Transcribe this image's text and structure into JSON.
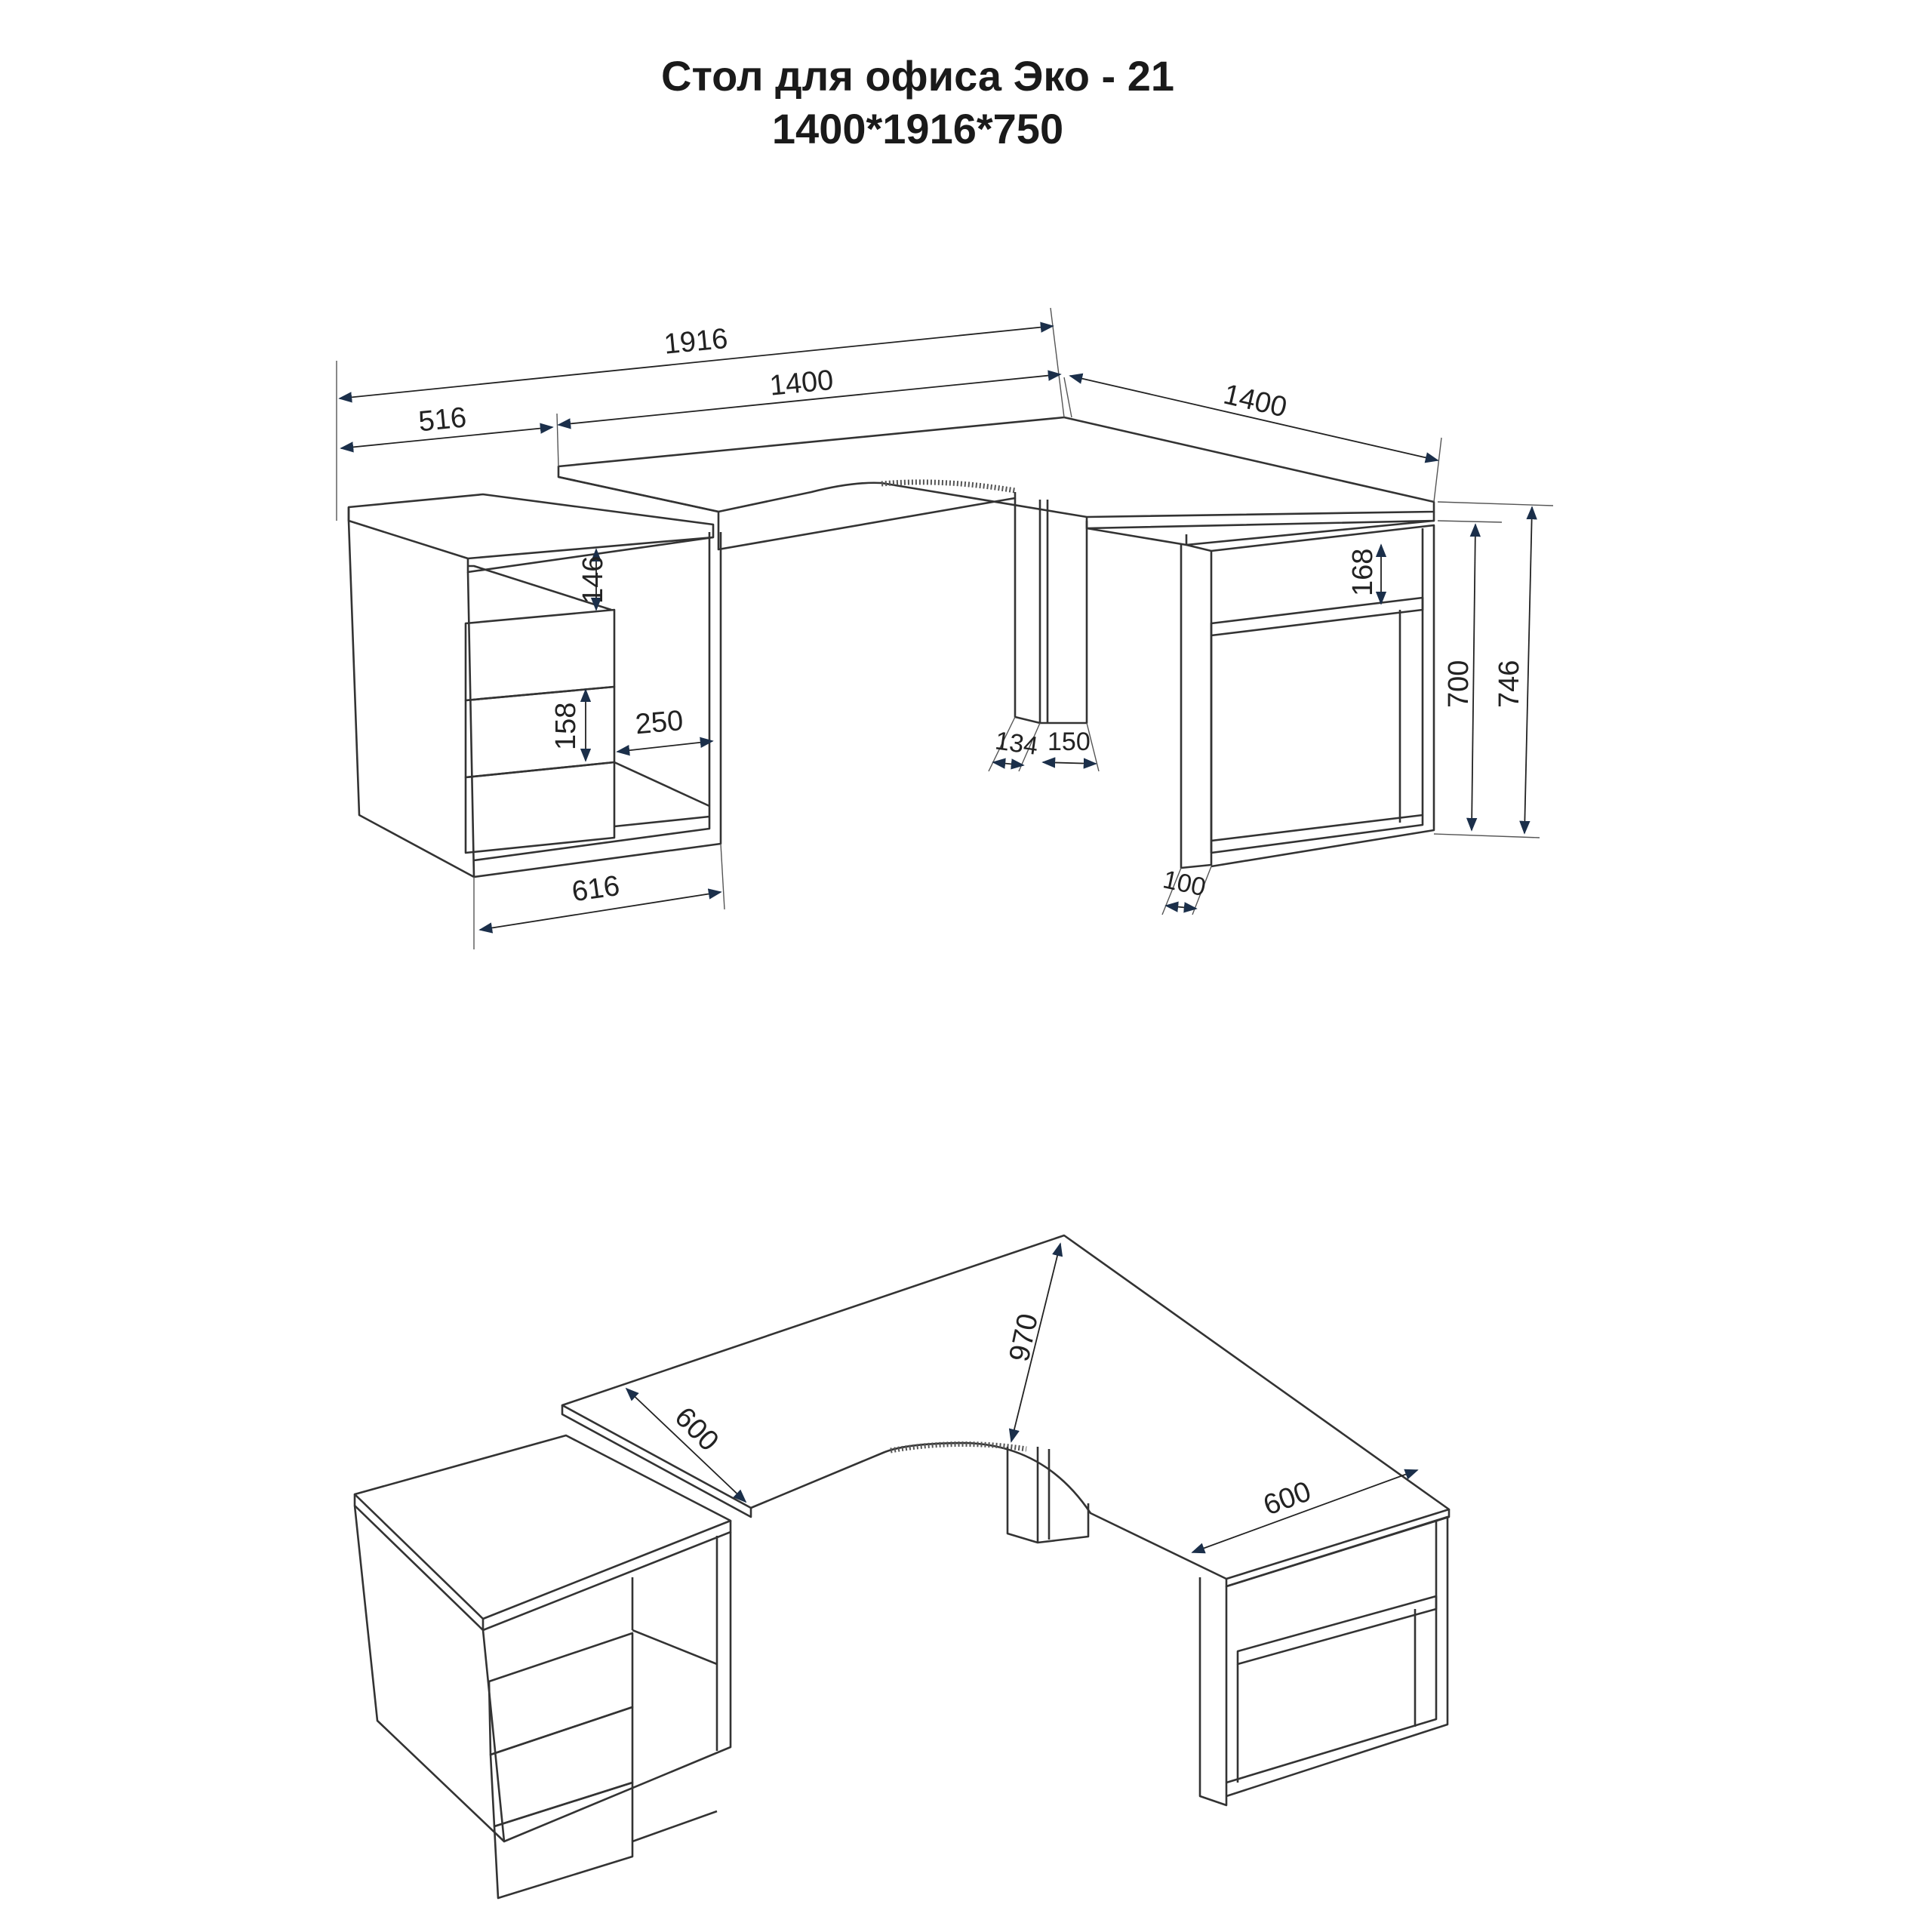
{
  "title": {
    "line1": "Стол для офиса Эко - 21",
    "line2": "1400*1916*750"
  },
  "colors": {
    "line": "#333333",
    "arrow": "#1b2f4a",
    "text": "#222222"
  },
  "front_view": {
    "dims": {
      "total_width": "1916",
      "desk_width": "1400",
      "side_width": "1400",
      "pedestal_width": "516",
      "shelf_height": "146",
      "drawer_height": "158",
      "open_shelf_depth": "250",
      "pedestal_depth": "616",
      "leg_depth": "134",
      "leg_width": "150",
      "side_shelf_height": "168",
      "height_inner": "700",
      "height_total": "746",
      "side_panel_thickness": "100"
    }
  },
  "top_view": {
    "dims": {
      "left_depth": "600",
      "corner_depth": "970",
      "right_depth": "600"
    }
  }
}
